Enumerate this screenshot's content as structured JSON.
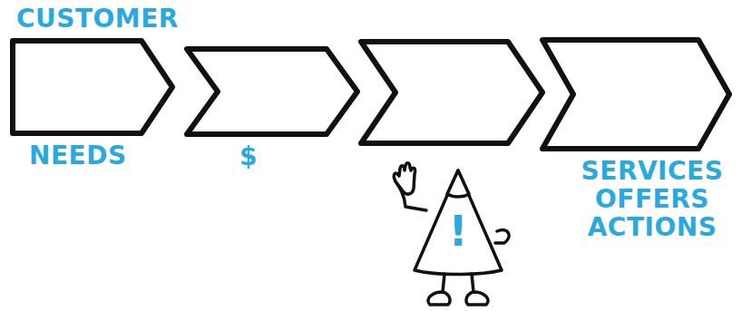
{
  "diagram": {
    "nodes": [
      {
        "text": [
          "CUSTOMER",
          "NEEDS"
        ]
      },
      {
        "text": [
          "$"
        ]
      },
      {
        "text": [
          "SERVICES OFFERS ACTIONS"
        ]
      }
    ],
    "labels": [
      "!"
    ]
  }
}
